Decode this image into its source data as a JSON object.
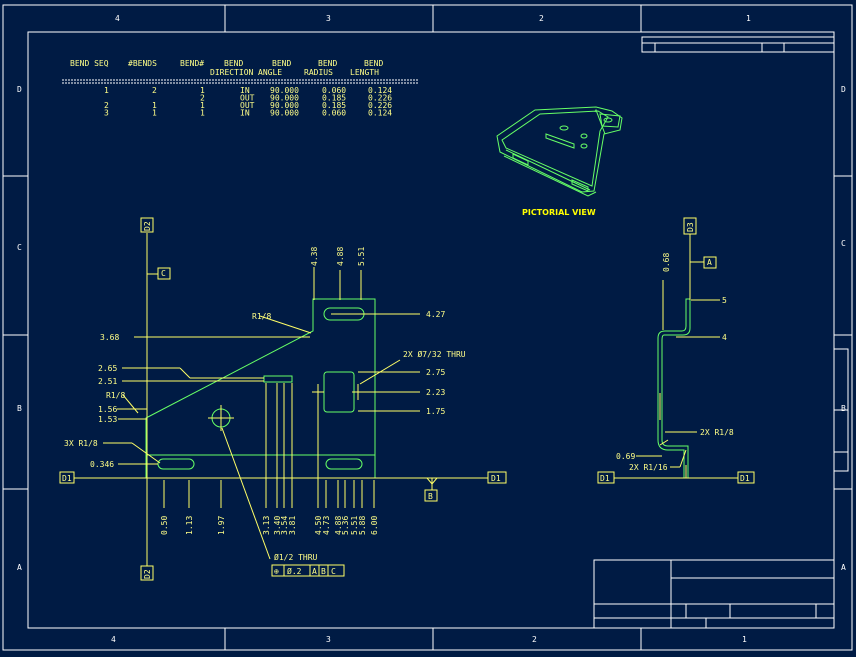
{
  "zones": {
    "top": [
      "4",
      "3",
      "2",
      "1"
    ],
    "bottom": [
      "4",
      "3",
      "2",
      "1"
    ],
    "left": [
      "D",
      "C",
      "B",
      "A"
    ],
    "right": [
      "D",
      "C",
      "B",
      "A"
    ]
  },
  "bend_table": {
    "headers": [
      [
        "BEND SEQ",
        ""
      ],
      [
        "#BENDS",
        ""
      ],
      [
        "BEND#",
        ""
      ],
      [
        "BEND",
        "DIRECTION"
      ],
      [
        "BEND",
        "ANGLE"
      ],
      [
        "BEND",
        "RADIUS"
      ],
      [
        "BEND",
        "LENGTH"
      ]
    ],
    "rows": [
      [
        "1",
        "2",
        "1",
        "IN",
        "90.000",
        "0.060",
        "0.124"
      ],
      [
        "",
        "",
        "2",
        "OUT",
        "90.000",
        "0.185",
        "0.226"
      ],
      [
        "2",
        "1",
        "1",
        "OUT",
        "90.000",
        "0.185",
        "0.226"
      ],
      [
        "3",
        "1",
        "1",
        "IN",
        "90.000",
        "0.060",
        "0.124"
      ]
    ]
  },
  "pictorial_label": "PICTORIAL VIEW",
  "front_view": {
    "datums": {
      "top_c": "C",
      "left_d1": "D1",
      "right_d1": "D1",
      "b_box": "B",
      "d2_top": "D2",
      "d2_bottom": "D2"
    },
    "notes": {
      "r18_top": "R1/8",
      "r18_left": "R1/8",
      "r316": "3X R1/8",
      "holes": "2X Ø7/32 THRU",
      "center_hole": "Ø1/2 THRU",
      "fcf": [
        "⊕",
        "Ø.2",
        "A",
        "B",
        "C"
      ]
    },
    "left_dims": [
      "3.68",
      "2.65",
      "2.51",
      "1.56",
      "1.53",
      "0.346"
    ],
    "right_dims": [
      "4.27",
      "2.75",
      "2.23",
      "1.75"
    ],
    "top_dims": [
      "4.38",
      "4.88",
      "5.51"
    ],
    "bottom_dims": [
      "0.50",
      "1.13",
      "1.97",
      "3.13",
      "3.40",
      "3.54",
      "3.81",
      "4.50",
      "4.73",
      "4.88",
      "5.36",
      "5.51",
      "5.88",
      "6.00"
    ]
  },
  "side_view": {
    "datums": {
      "d3": "D3",
      "a": "A",
      "d1_left": "D1",
      "d1_right": "D1"
    },
    "dims": {
      "top": "0.68",
      "five": "5",
      "four": "4",
      "r18": "2X R1/8",
      "r116": "2X R1/16",
      "v069": "0.69"
    }
  }
}
